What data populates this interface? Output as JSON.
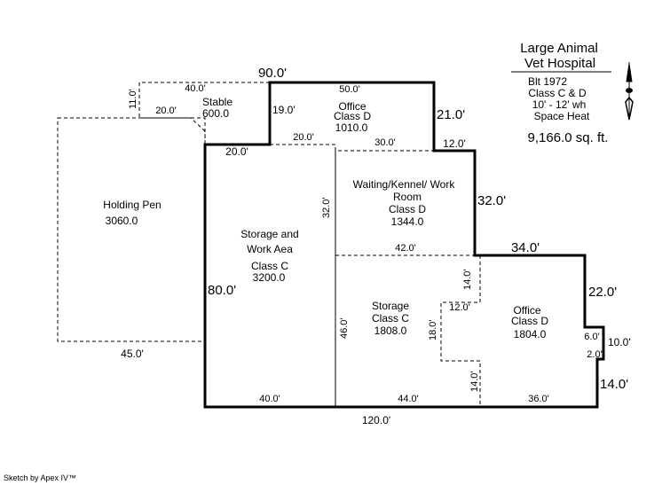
{
  "title": {
    "line1": "Large Animal",
    "line2": "Vet Hospital"
  },
  "info": {
    "built": "Blt 1972",
    "class": "Class C & D",
    "wall_height": "10' - 12' wh",
    "heat": "Space Heat"
  },
  "total_area": "9,166.0 sq. ft.",
  "footer": "Sketch by Apex IV™",
  "rooms": {
    "holding_pen": {
      "name": "Holding Pen",
      "area": "3060.0"
    },
    "stable": {
      "name": "Stable",
      "area": "600.0"
    },
    "office_top": {
      "name": "Office",
      "class": "Class D",
      "area": "1010.0"
    },
    "waiting": {
      "name1": "Waiting/Kennel/ Work",
      "name2": "Room",
      "class": "Class D",
      "area": "1344.0"
    },
    "storage_work": {
      "name1": "Storage and",
      "name2": "Work Aea",
      "class": "Class C",
      "area": "3200.0"
    },
    "storage": {
      "name": "Storage",
      "class": "Class C",
      "area": "1808.0"
    },
    "office_right": {
      "name": "Office",
      "class": "Class D",
      "area": "1804.0"
    }
  },
  "dims": {
    "d90": "90.0'",
    "d11": "11.0'",
    "d40top": "40.0'",
    "d20stable": "20.0'",
    "d50": "50.0'",
    "d19": "19.0'",
    "d21": "21.0'",
    "d20a": "20.0'",
    "d30": "30.0'",
    "d12top": "12.0'",
    "d20b": "20.0'",
    "d32left": "32.0'",
    "d32right": "32.0'",
    "d42": "42.0'",
    "d34": "34.0'",
    "d14a": "14.0'",
    "d22": "22.0'",
    "d80": "80.0'",
    "d12mid": "12.0'",
    "d46": "46.0'",
    "d18": "18.0'",
    "d6": "6.0'",
    "d10": "10.0'",
    "d2": "2.0'",
    "d45": "45.0'",
    "d14b": "14.0'",
    "d14c": "14.0'",
    "d40bot": "40.0'",
    "d44": "44.0'",
    "d36": "36.0'",
    "d120": "120.0'"
  }
}
